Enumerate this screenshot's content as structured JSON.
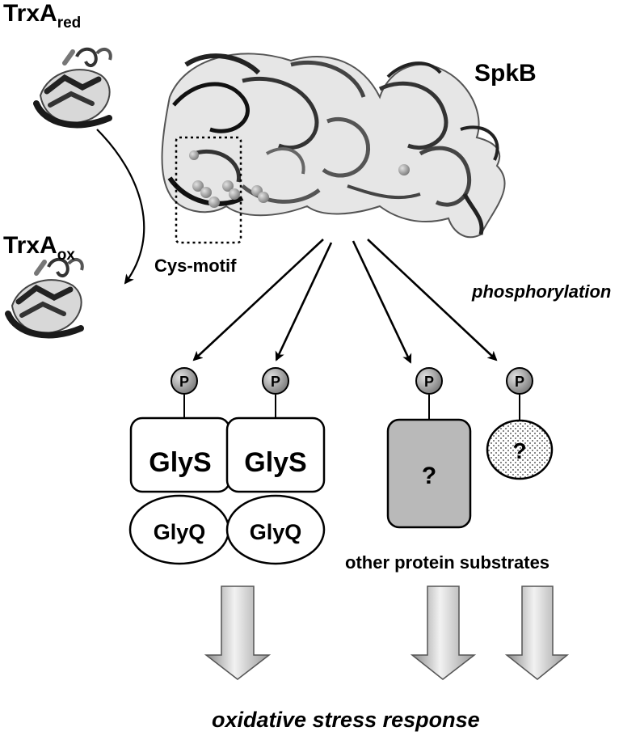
{
  "labels": {
    "trx_red_main": "TrxA",
    "trx_red_sub": "red",
    "trx_ox_main": "TrxA",
    "trx_ox_sub": "ox",
    "spkb": "SpkB",
    "cys_motif": "Cys-motif",
    "phosphorylation": "phosphorylation",
    "other_substrates": "other protein substrates",
    "stress_response": "oxidative stress response"
  },
  "boxes": {
    "glys_left": "GlyS",
    "glys_right": "GlyS",
    "glyq_left": "GlyQ",
    "glyq_right": "GlyQ",
    "unknown_box": "?",
    "unknown_ellipse": "?"
  },
  "phospho": {
    "p1": "P",
    "p2": "P",
    "p3": "P",
    "p4": "P"
  },
  "colors": {
    "unknown_box_fill": "#b9b9b9",
    "phospho_fill": "#a9a9a9"
  }
}
